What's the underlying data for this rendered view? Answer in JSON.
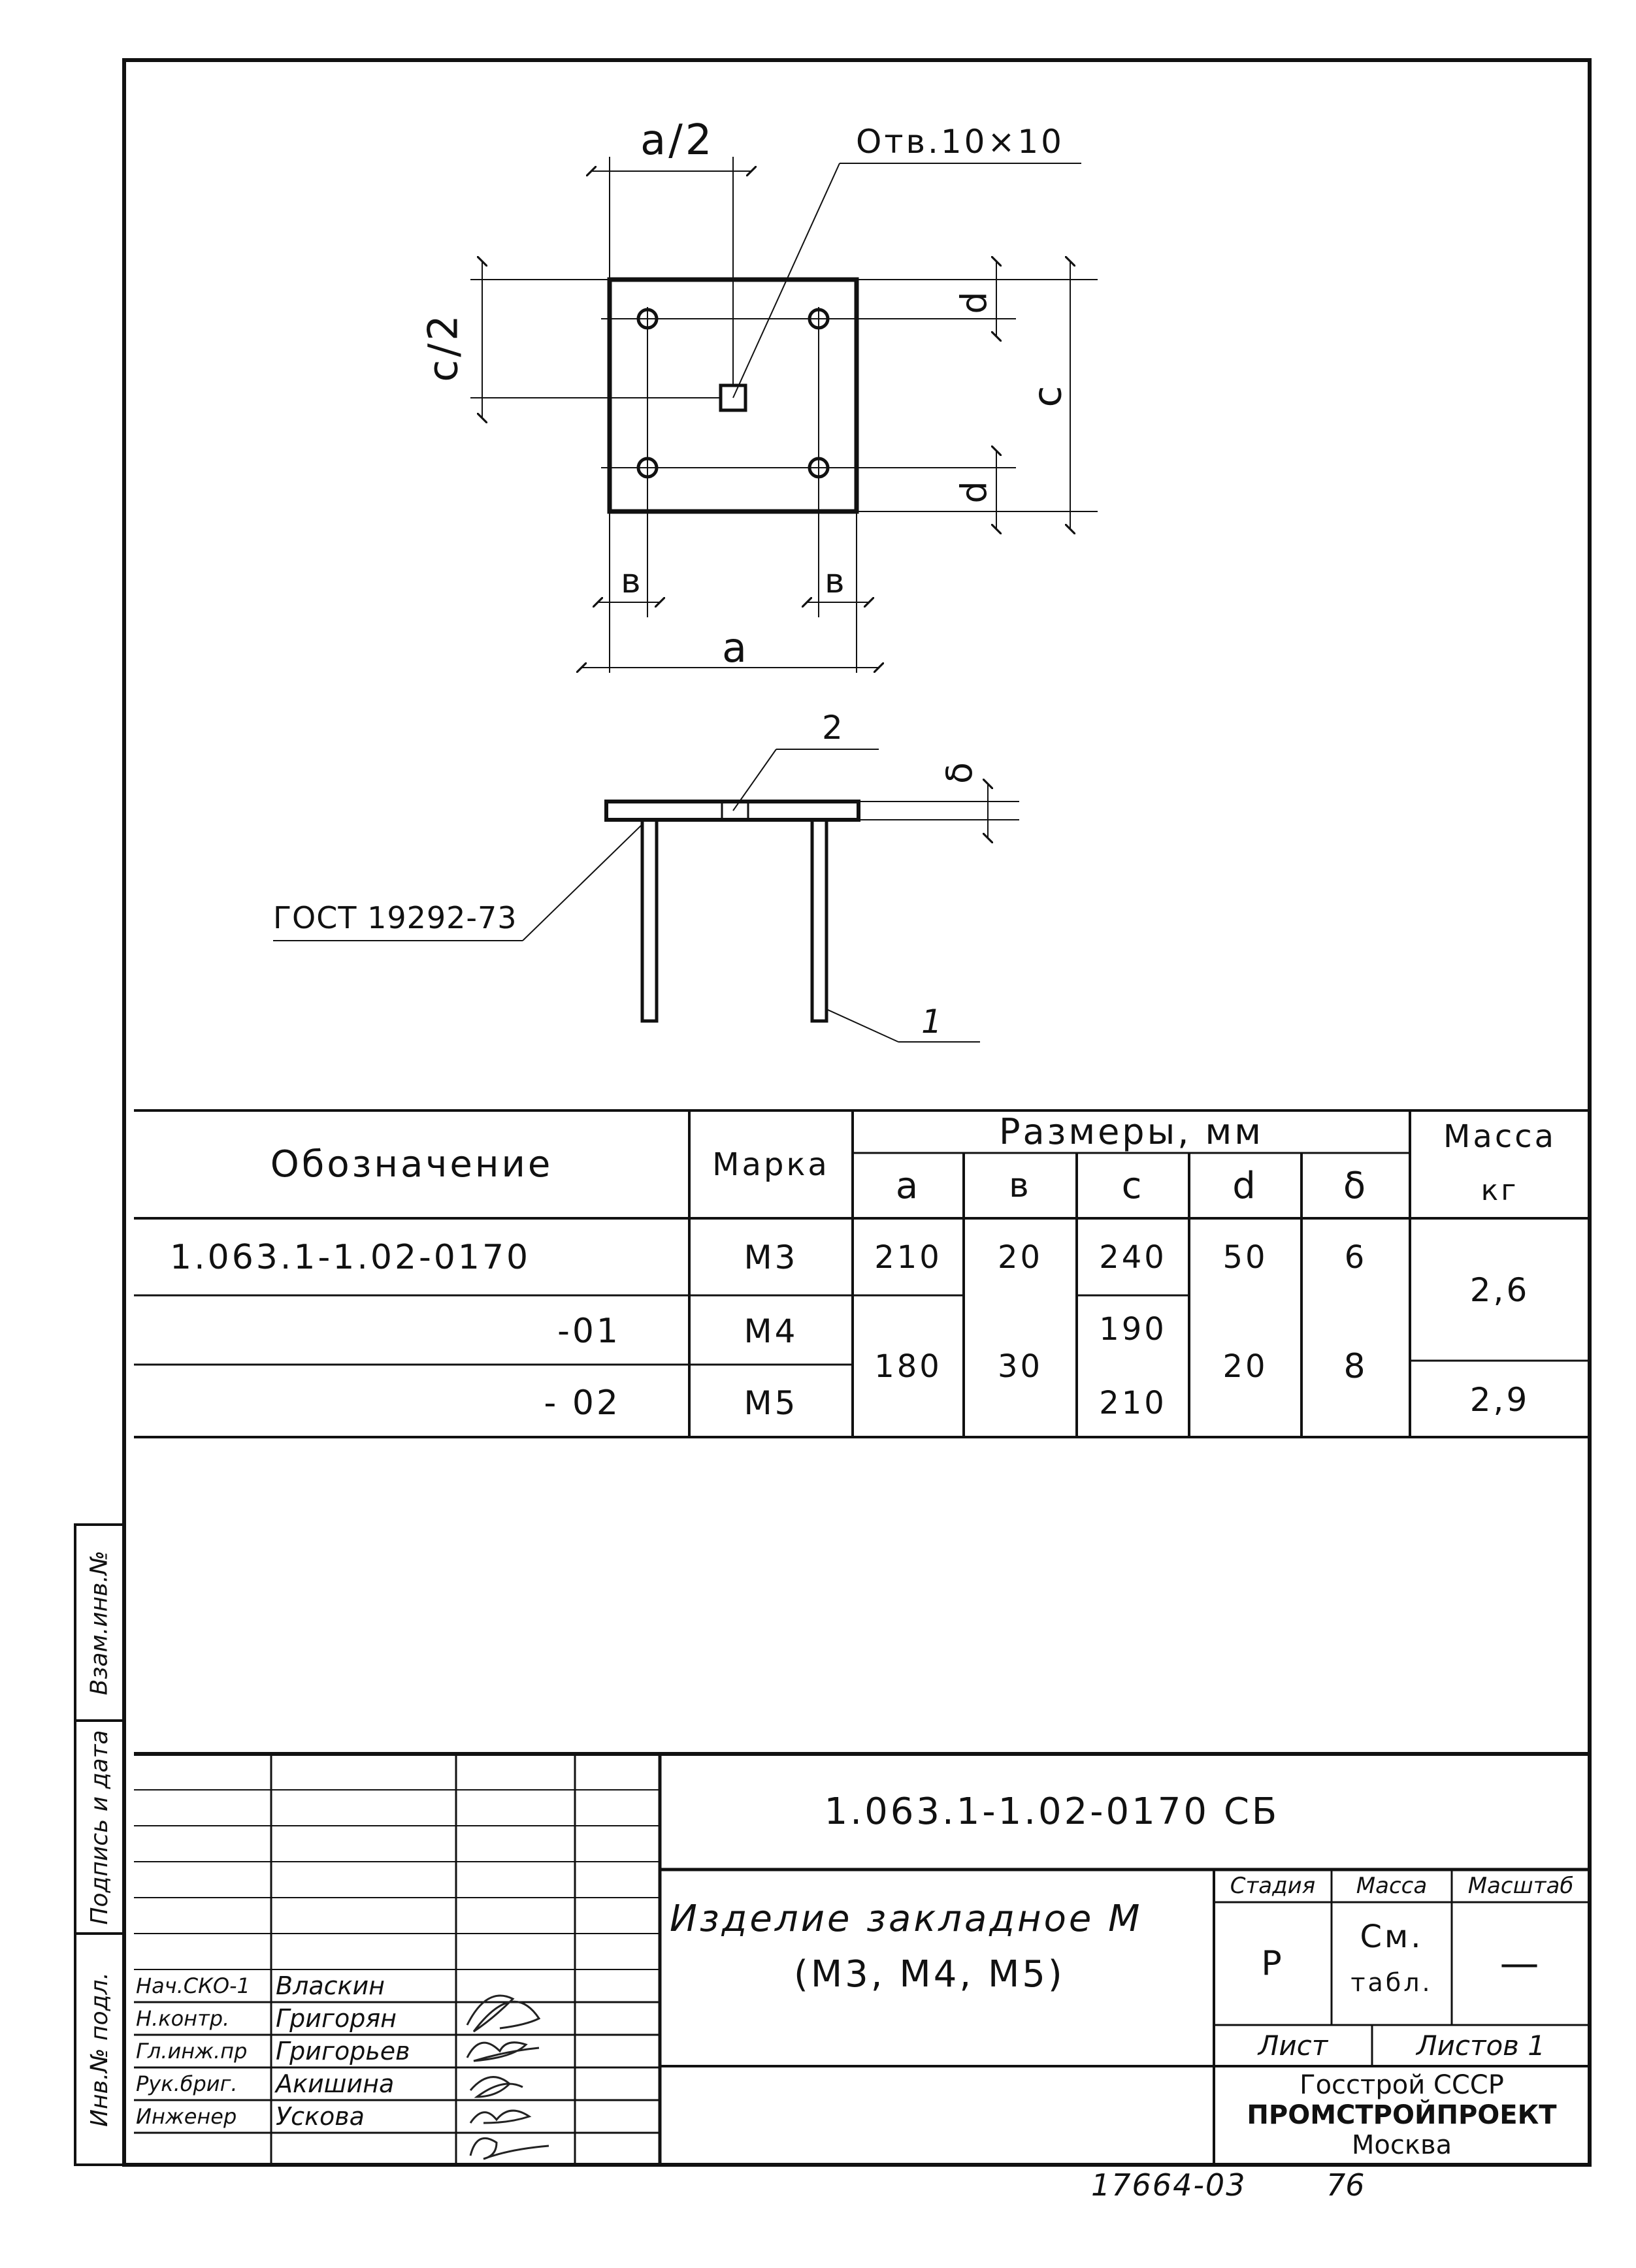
{
  "drawing": {
    "dim_a_half": "a/2",
    "dim_c_half": "c/2",
    "dim_a": "a",
    "dim_b_left": "в",
    "dim_b_right": "в",
    "dim_c": "c",
    "dim_d_top": "d",
    "dim_d_bottom": "d",
    "hole_note": "Отв.10×10",
    "thickness_symbol": "δ",
    "leader_2": "2",
    "leader_1": "1",
    "gost_note": "ГОСТ 19292-73"
  },
  "spec_table": {
    "header": {
      "designation": "Обозначение",
      "mark": "Марка",
      "dimensions": "Размеры, мм",
      "mass": "Масса",
      "mass_unit": "кг",
      "a": "a",
      "b": "в",
      "c": "c",
      "d": "d",
      "delta": "δ"
    },
    "rows": [
      {
        "designation": "1.063.1-1.02-0170",
        "mark": "М3",
        "a": "210",
        "b": "20",
        "c": "240",
        "d": "50",
        "delta": "6"
      },
      {
        "designation": "-01",
        "mark": "М4",
        "a": "180",
        "b": "30",
        "c": "190",
        "d": "20",
        "delta": "8"
      },
      {
        "designation": "- 02",
        "mark": "М5",
        "c": "210"
      }
    ],
    "mass_top": "2,6",
    "mass_bottom": "2,9"
  },
  "side_stamp": {
    "inv_orig": "Инв.№ подл.",
    "sign_date": "Подпись и дата",
    "inv_repl": "Взам.инв.№"
  },
  "title_block": {
    "doc_code": "1.063.1-1.02-0170 СБ",
    "title_line1": "Изделие закладное М",
    "title_line2": "(М3, М4, М5)",
    "stage_label": "Стадия",
    "mass_label": "Масса",
    "scale_label": "Масштаб",
    "stage_value": "Р",
    "mass_value_1": "См.",
    "mass_value_2": "табл.",
    "scale_value": "—",
    "sheet_label": "Лист",
    "sheets_label": "Листов 1",
    "org_1": "Госстрой СССР",
    "org_2": "ПРОМСТРОЙПРОЕКТ",
    "org_3": "Москва",
    "staff": [
      {
        "role": "Нач.СКО-1",
        "name": "Власкин"
      },
      {
        "role": "Н.контр.",
        "name": "Григорян"
      },
      {
        "role": "Гл.инж.пр",
        "name": "Григорьев"
      },
      {
        "role": "Рук.бриг.",
        "name": "Акишина"
      },
      {
        "role": "Инженер",
        "name": "Ускова"
      }
    ]
  },
  "footer": {
    "archive_number": "17664-03",
    "page_number": "76"
  }
}
